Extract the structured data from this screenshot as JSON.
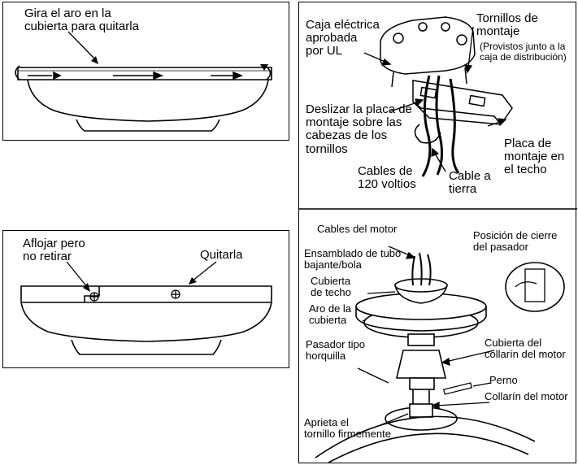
{
  "panel_a": {
    "text": "Gira el aro en la\ncubierta para quitarla"
  },
  "panel_b": {
    "loosen": "Aflojar pero\nno retirar",
    "remove": "Quitarla"
  },
  "panel_c": {
    "junction_box": "Caja eléctrica\naprobada\npor UL",
    "screws": "Tornillos de\nmontaje",
    "screws_note": "(Provistos junto a la\ncaja de distribución)",
    "slide_plate": "Deslizar la placa de\nmontaje sobre las\ncabezas de los\ntornillos",
    "ceiling_plate": "Placa de\nmontaje en\nel techo",
    "cables_120": "Cables de\n120 voltios",
    "ground_wire": "Cable a\ntierra"
  },
  "panel_d": {
    "motor_wires": "Cables del motor",
    "downrod": "Ensamblado de tubo\nbajante/bola",
    "canopy": "Cubierta\nde techo",
    "canopy_ring": "Aro de la\ncubierta",
    "hairpin": "Pasador tipo\nhorquilla",
    "lock_position": "Posición de cierre\ndel pasador",
    "collar_cover": "Cubierta del\ncollarín del motor",
    "pin": "Perno",
    "motor_collar": "Collarín del motor",
    "tighten": "Aprieta el\ntornillo firmemente"
  }
}
